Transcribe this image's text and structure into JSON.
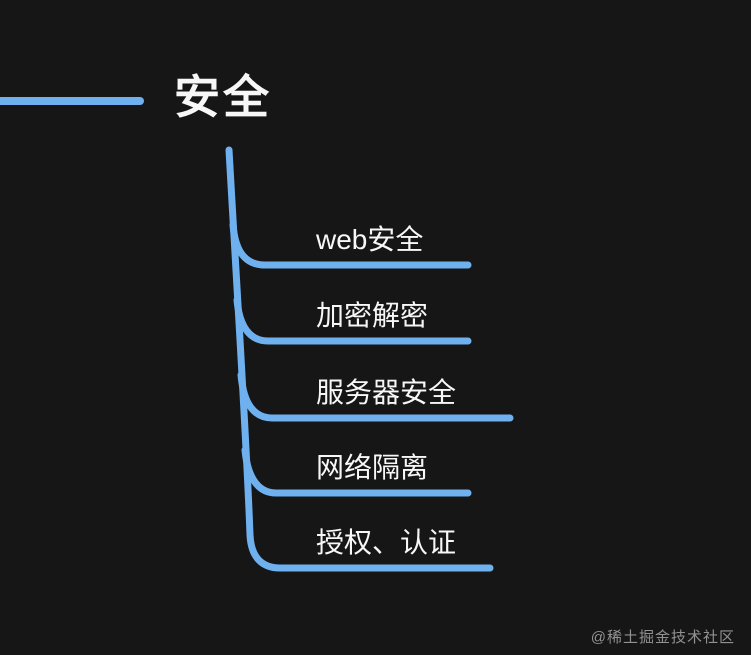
{
  "colors": {
    "accent": "#6fb1ef",
    "background": "#161616",
    "text": "#f7f7f7",
    "watermark": "#929292"
  },
  "root": {
    "label": "安全"
  },
  "nodes": [
    {
      "label": "web安全"
    },
    {
      "label": "加密解密"
    },
    {
      "label": "服务器安全"
    },
    {
      "label": "网络隔离"
    },
    {
      "label": "授权、认证"
    }
  ],
  "watermark": "@稀土掘金技术社区"
}
